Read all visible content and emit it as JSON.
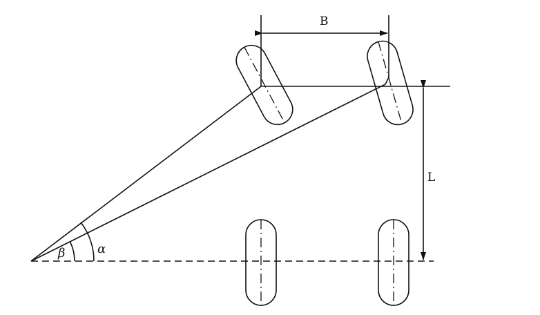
{
  "diagram": {
    "labels": {
      "track_width": "B",
      "wheelbase": "L",
      "outer_angle": "β",
      "inner_angle": "α"
    },
    "colors": {
      "line": "#111111",
      "background": "#ffffff"
    }
  }
}
